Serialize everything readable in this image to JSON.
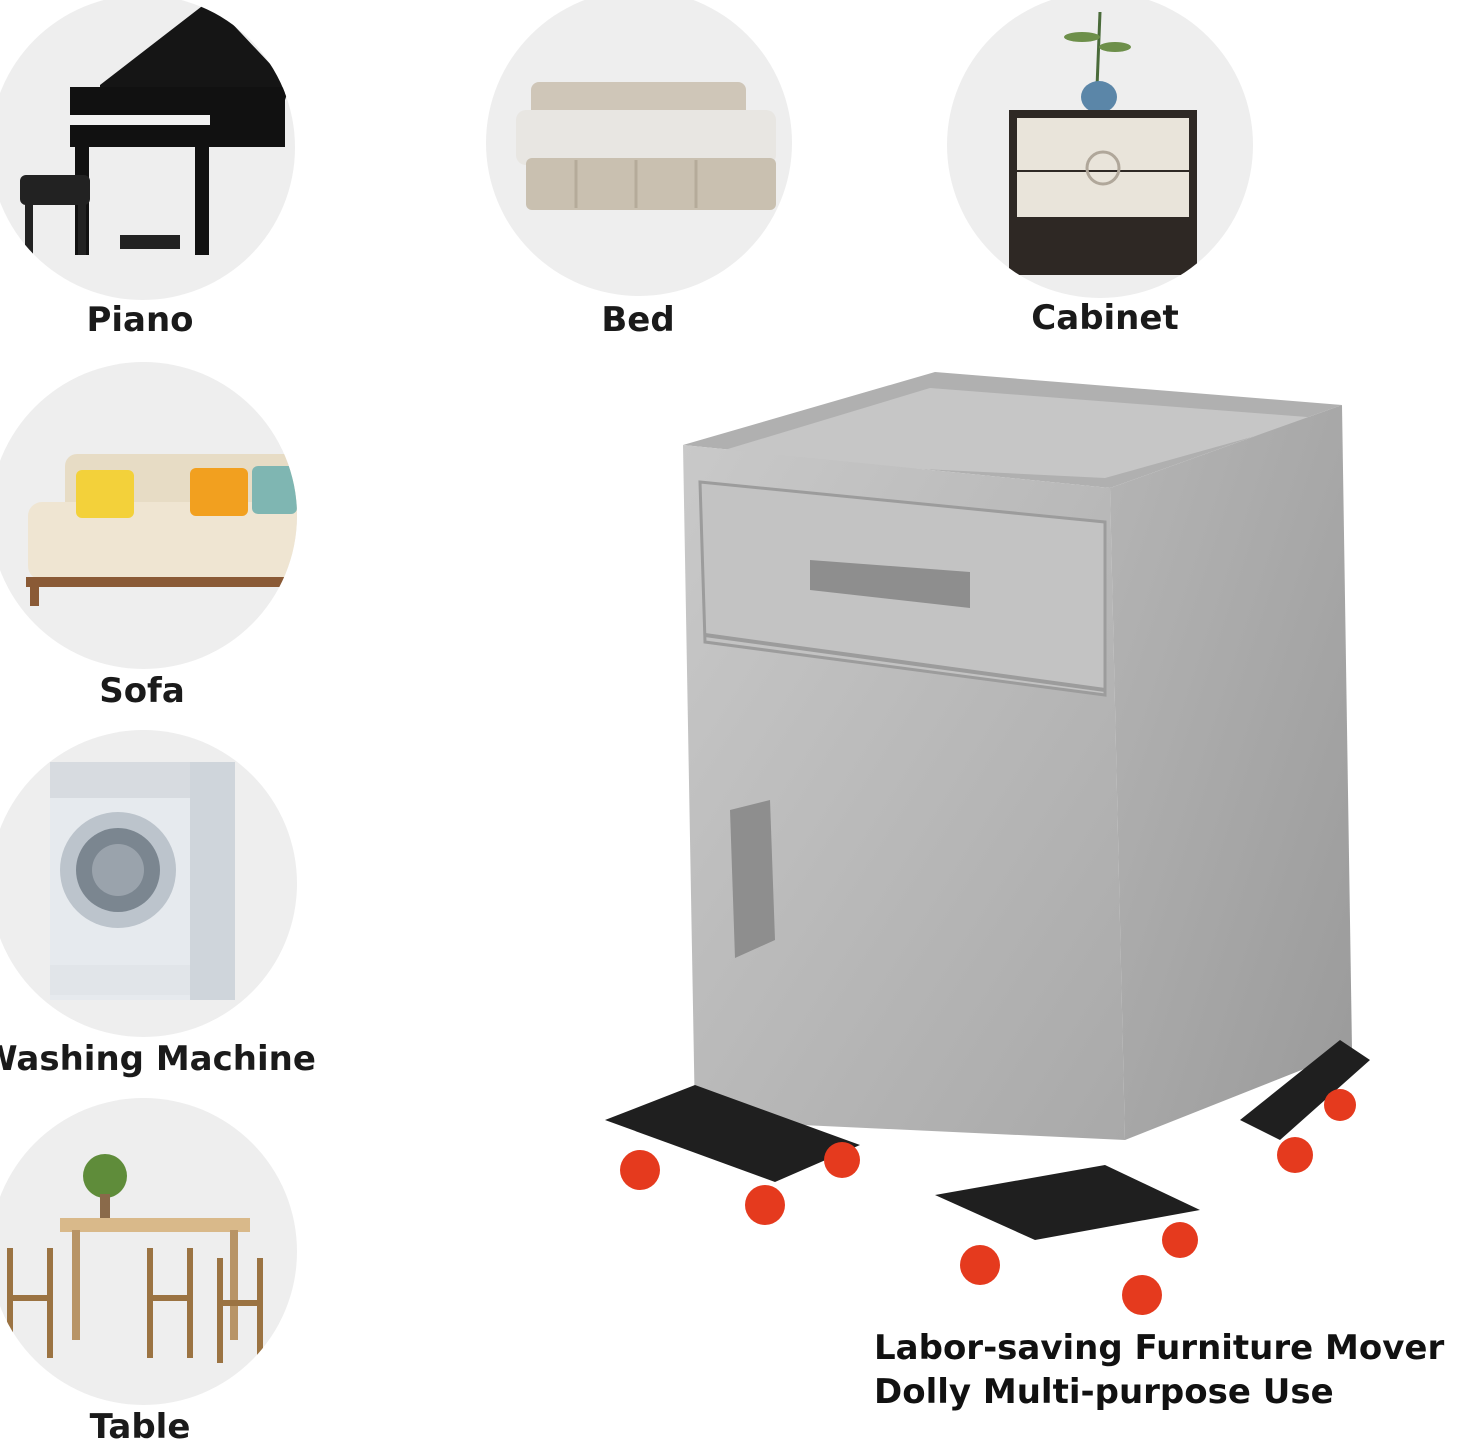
{
  "categories": [
    {
      "label": "Piano",
      "icon": "piano-icon"
    },
    {
      "label": "Bed",
      "icon": "bed-icon"
    },
    {
      "label": "Cabinet",
      "icon": "cabinet-icon"
    },
    {
      "label": "Sofa",
      "icon": "sofa-icon"
    },
    {
      "label": "Washing Machine",
      "icon": "washing-machine-icon"
    },
    {
      "label": "Table",
      "icon": "table-icon"
    }
  ],
  "caption": {
    "line1": "Labor-saving Furniture Mover",
    "line2": "Dolly Multi-purpose Use"
  },
  "colors": {
    "circle_bg": "#eeeeee",
    "steel": "#b9b9b9",
    "dolly": "#1f1f1f",
    "wheel": "#e53a1e"
  }
}
